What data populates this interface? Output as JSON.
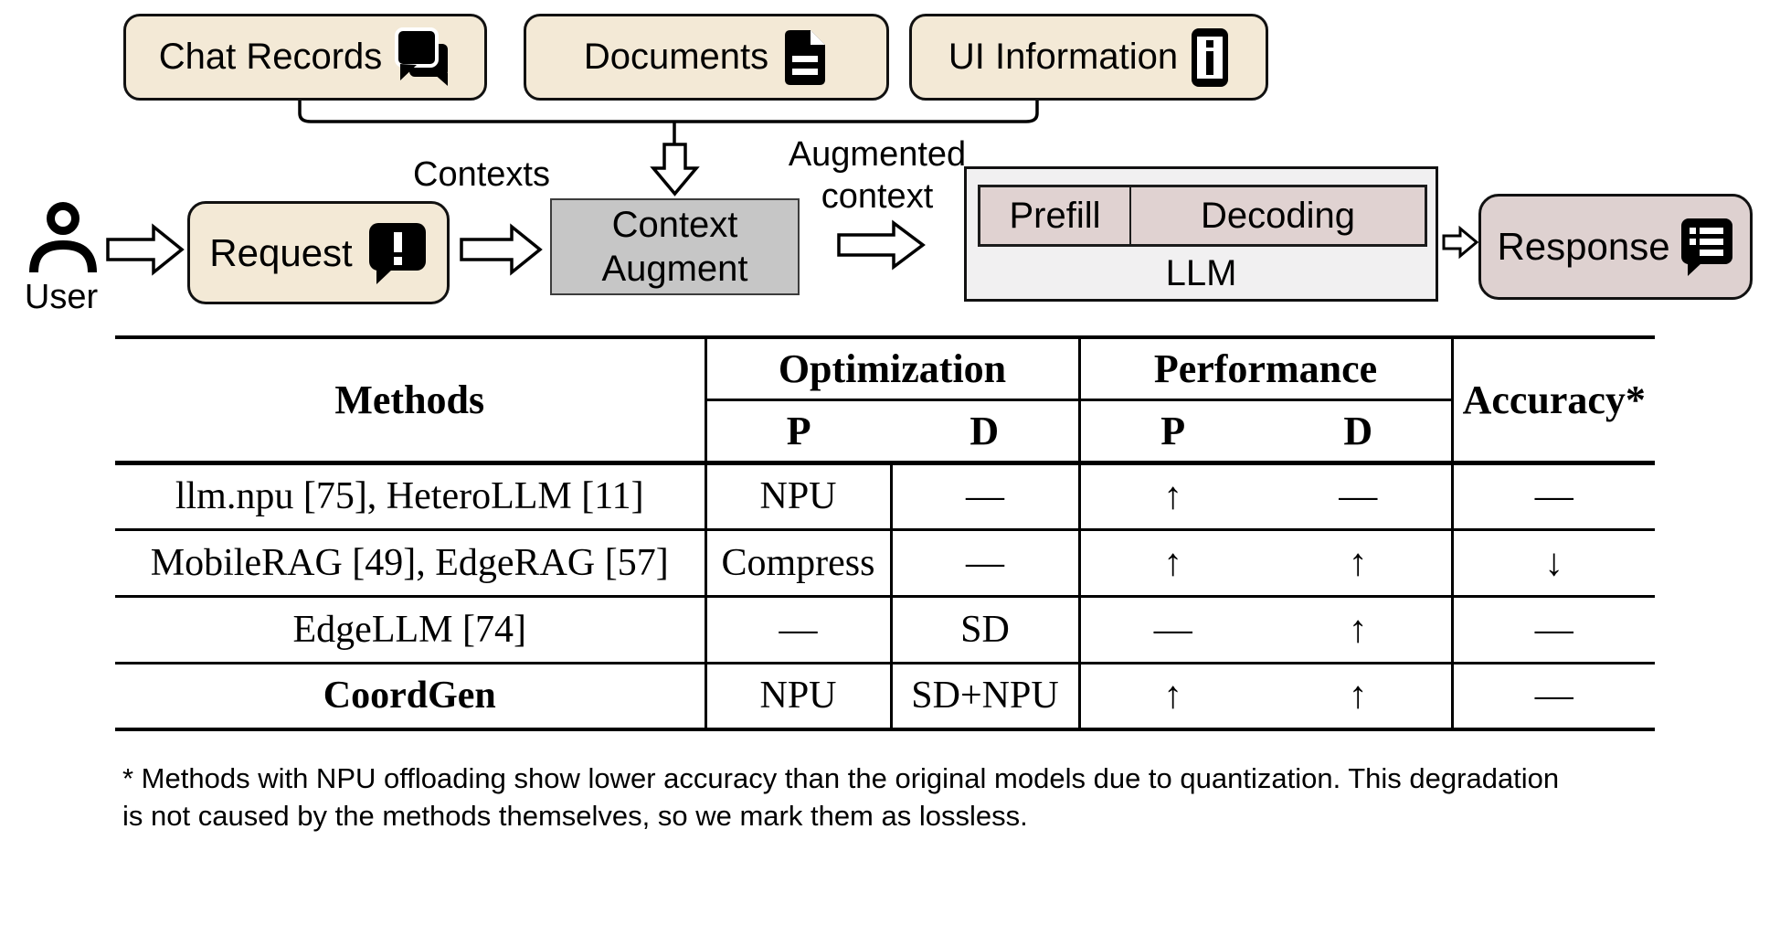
{
  "diagram": {
    "sources": [
      {
        "label": "Chat Records",
        "icon": "chat-bubbles-icon"
      },
      {
        "label": "Documents",
        "icon": "document-icon"
      },
      {
        "label": "UI Information",
        "icon": "phone-info-icon"
      }
    ],
    "contexts_label": "Contexts",
    "augmented_label_line1": "Augmented",
    "augmented_label_line2": "context",
    "user_label": "User",
    "request_label": "Request",
    "context_augment_line1": "Context",
    "context_augment_line2": "Augment",
    "prefill_label": "Prefill",
    "decoding_label": "Decoding",
    "llm_label": "LLM",
    "response_label": "Response",
    "colors": {
      "source_box_fill": "#f3e9d6",
      "context_augment_fill": "#c6c6c6",
      "llm_box_fill": "#f1f0f1",
      "prefill_decoding_fill": "#e0d2d1",
      "response_fill": "#ded1d0",
      "line": "#000000"
    }
  },
  "table": {
    "col_methods": "Methods",
    "group_optimization": "Optimization",
    "group_performance": "Performance",
    "col_accuracy": "Accuracy*",
    "sub_p": "P",
    "sub_d": "D",
    "rows": [
      {
        "method": "llm.npu [75], HeteroLLM [11]",
        "opt_p": "NPU",
        "opt_d": "—",
        "perf_p": "↑",
        "perf_d": "—",
        "accuracy": "—"
      },
      {
        "method": "MobileRAG [49], EdgeRAG [57]",
        "opt_p": "Compress",
        "opt_d": "—",
        "perf_p": "↑",
        "perf_d": "↑",
        "accuracy": "↓"
      },
      {
        "method": "EdgeLLM [74]",
        "opt_p": "—",
        "opt_d": "SD",
        "perf_p": "—",
        "perf_d": "↑",
        "accuracy": "—"
      },
      {
        "method": "CoordGen",
        "opt_p": "NPU",
        "opt_d": "SD+NPU",
        "perf_p": "↑",
        "perf_d": "↑",
        "accuracy": "—"
      }
    ],
    "footnote_line1": "* Methods with NPU offloading show lower accuracy than the original models due to quantization. This degradation",
    "footnote_line2": "is not caused by the methods themselves, so we mark them as lossless."
  }
}
